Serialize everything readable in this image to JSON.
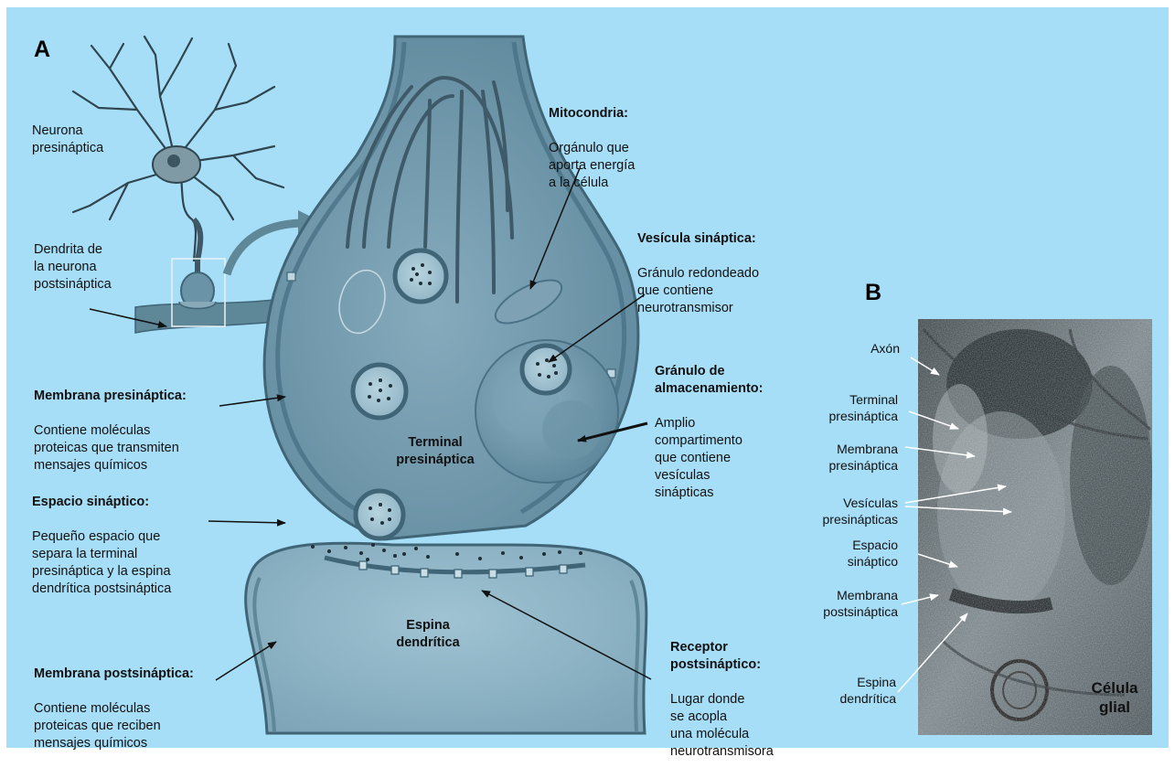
{
  "panel_a": {
    "letter": "A",
    "neurona_presinaptica": "Neurona\npresináptica",
    "dendrita": "Dendrita de\nla neurona\npostsináptica",
    "membrana_pre": {
      "title": "Membrana presináptica:",
      "body": "Contiene moléculas\nproteicas que transmiten\nmensajes químicos"
    },
    "espacio": {
      "title": "Espacio sináptico:",
      "body": "Pequeño espacio que\nsepara la terminal\npresináptica y la espina\ndendrítica postsináptica"
    },
    "membrana_post": {
      "title": "Membrana postsináptica:",
      "body": "Contiene moléculas\nproteicas que reciben\nmensajes químicos"
    },
    "mitocondria": {
      "title": "Mitocondria:",
      "body": "Orgánulo que\naporta energía\na la célula"
    },
    "vesicula": {
      "title": "Vesícula sináptica:",
      "body": "Gránulo redondeado\nque contiene\nneurotransmisor"
    },
    "granulo": {
      "title": "Gránulo de\nalmacenamiento:",
      "body": "Amplio\ncompartimento\nque contiene\nvesículas\nsinápticas"
    },
    "receptor": {
      "title": "Receptor\npostsináptico:",
      "body": "Lugar donde\nse acopla\nuna molécula\nneurotransmisora"
    },
    "terminal": "Terminal\npresináptica",
    "espina": "Espina\ndendrítica"
  },
  "panel_b": {
    "letter": "B",
    "labels": {
      "axon": "Axón",
      "terminal": "Terminal\npresináptica",
      "membrana_pre": "Membrana\npresináptica",
      "vesiculas": "Vesículas\npresinápticas",
      "espacio": "Espacio\nsináptico",
      "membrana_post": "Membrana\npostsináptica",
      "espina": "Espina\ndendrítica"
    },
    "glial": "Célula\nglial"
  },
  "colors": {
    "background": "#a7def7",
    "cell_fill": "#6b93a8",
    "cell_edge": "#3f6577",
    "em_dark": "#1a2024"
  }
}
